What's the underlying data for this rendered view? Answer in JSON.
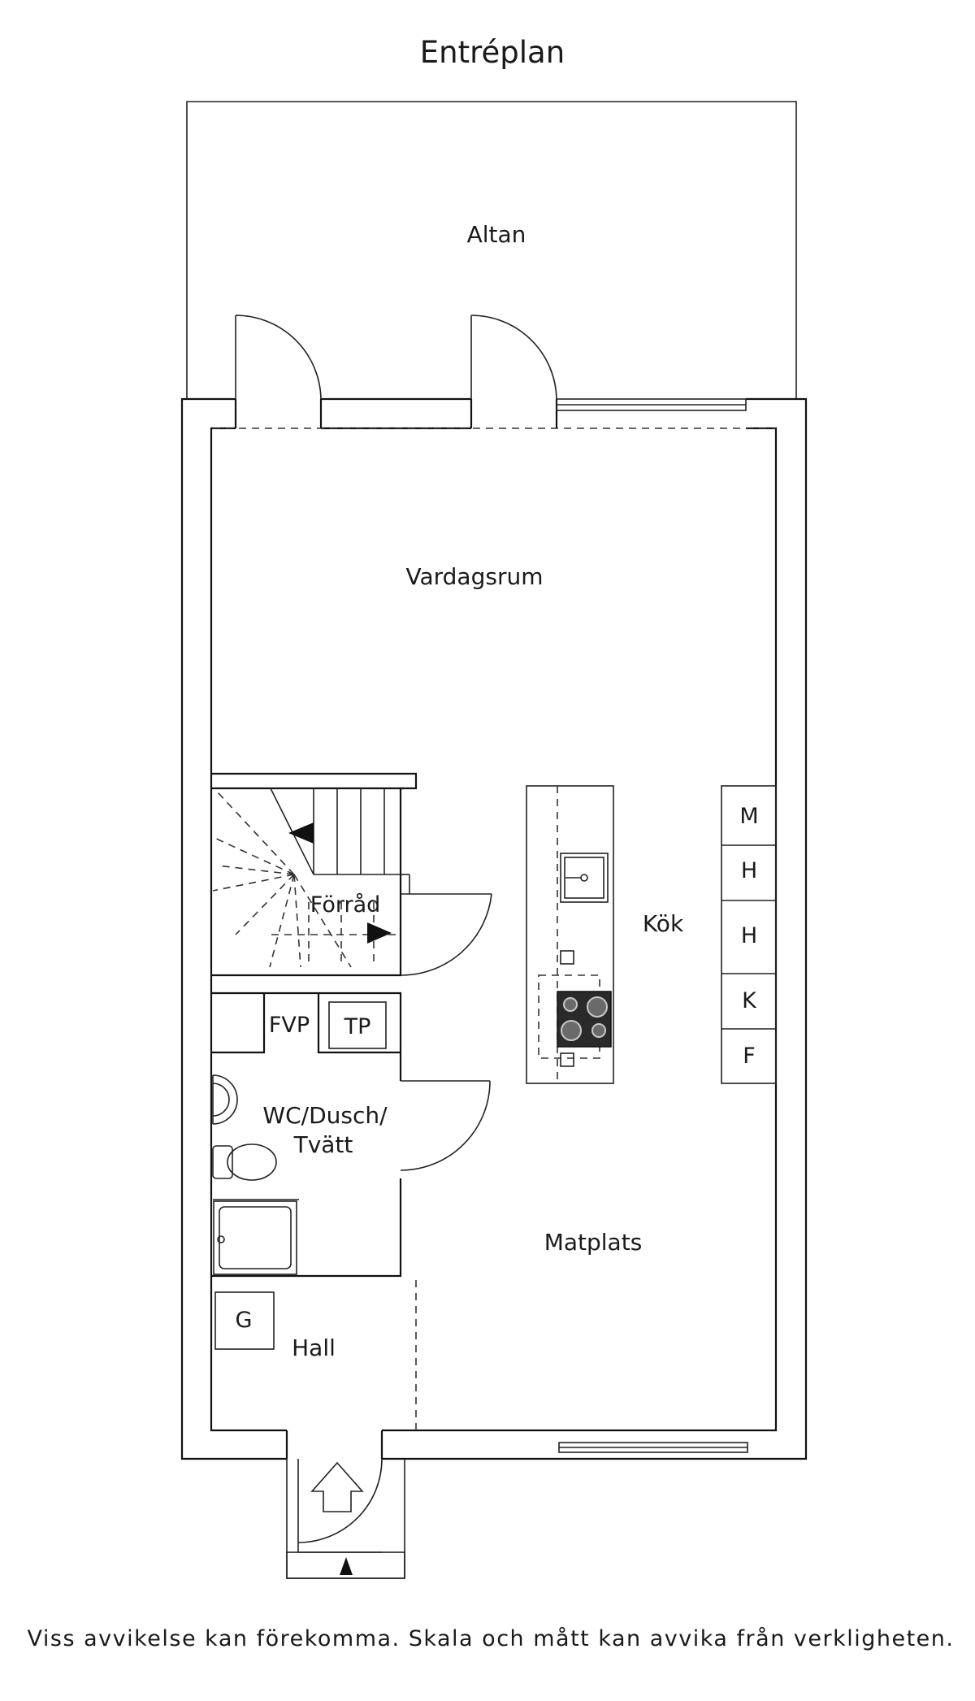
{
  "title": "Entréplan",
  "rooms": {
    "altan": "Altan",
    "vardagsrum": "Vardagsrum",
    "forrad": "Förråd",
    "kok": "Kök",
    "wc_line1": "WC/Dusch/",
    "wc_line2": "Tvätt",
    "matplats": "Matplats",
    "hall": "Hall"
  },
  "fixtures": {
    "fvp": "FVP",
    "tp": "TP",
    "g": "G",
    "cabinets": [
      "M",
      "H",
      "H",
      "K",
      "F"
    ]
  },
  "disclaimer": "Viss avvikelse kan förekomma. Skala och mått kan avvika från verkligheten."
}
